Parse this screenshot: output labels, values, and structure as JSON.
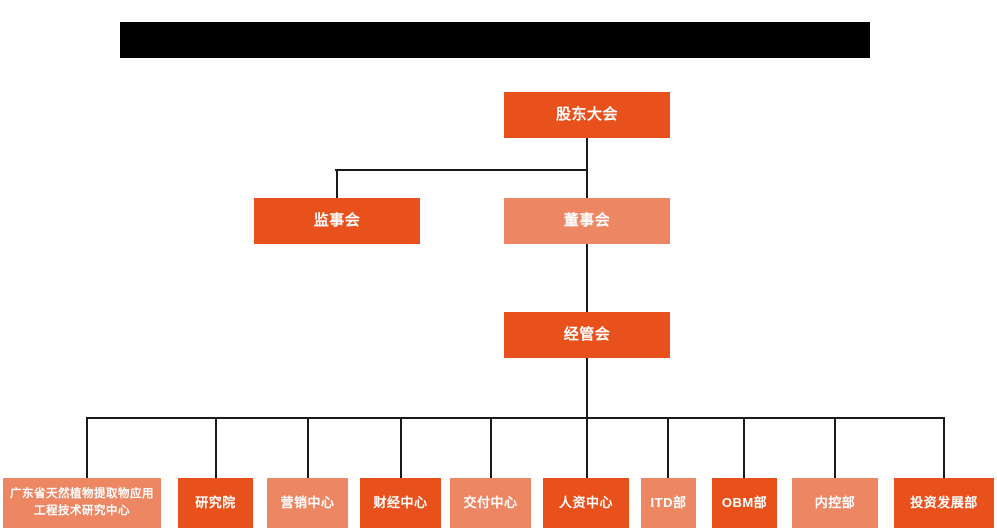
{
  "chart": {
    "title_bar": {
      "name": "redacted-title-bar",
      "text": "",
      "color": "#000000"
    },
    "palette": {
      "dark_orange": "#E8511C",
      "light_orange": "#ED8663",
      "background": "#FFFFFF",
      "connector": "#1A1A1A",
      "node_text": "#FFFFFF"
    },
    "levels": [
      {
        "level": 1,
        "nodes": [
          {
            "id": "shareholders",
            "label": "股东大会",
            "tone": "dark"
          }
        ]
      },
      {
        "level": 2,
        "nodes": [
          {
            "id": "supervisors",
            "label": "监事会",
            "tone": "dark"
          },
          {
            "id": "board",
            "label": "董事会",
            "tone": "light"
          }
        ]
      },
      {
        "level": 3,
        "nodes": [
          {
            "id": "management",
            "label": "经管会",
            "tone": "dark"
          }
        ]
      },
      {
        "level": 4,
        "nodes": [
          {
            "id": "dept-1",
            "label": "广东省天然植物提取物应用工程技术研究中心",
            "tone": "light"
          },
          {
            "id": "dept-2",
            "label": "研究院",
            "tone": "dark"
          },
          {
            "id": "dept-3",
            "label": "营销中心",
            "tone": "light"
          },
          {
            "id": "dept-4",
            "label": "财经中心",
            "tone": "dark"
          },
          {
            "id": "dept-5",
            "label": "交付中心",
            "tone": "light"
          },
          {
            "id": "dept-6",
            "label": "人资中心",
            "tone": "dark"
          },
          {
            "id": "dept-7",
            "label": "ITD部",
            "tone": "light"
          },
          {
            "id": "dept-8",
            "label": "OBM部",
            "tone": "dark"
          },
          {
            "id": "dept-9",
            "label": "内控部",
            "tone": "light"
          },
          {
            "id": "dept-10",
            "label": "投资发展部",
            "tone": "dark"
          }
        ]
      }
    ]
  }
}
